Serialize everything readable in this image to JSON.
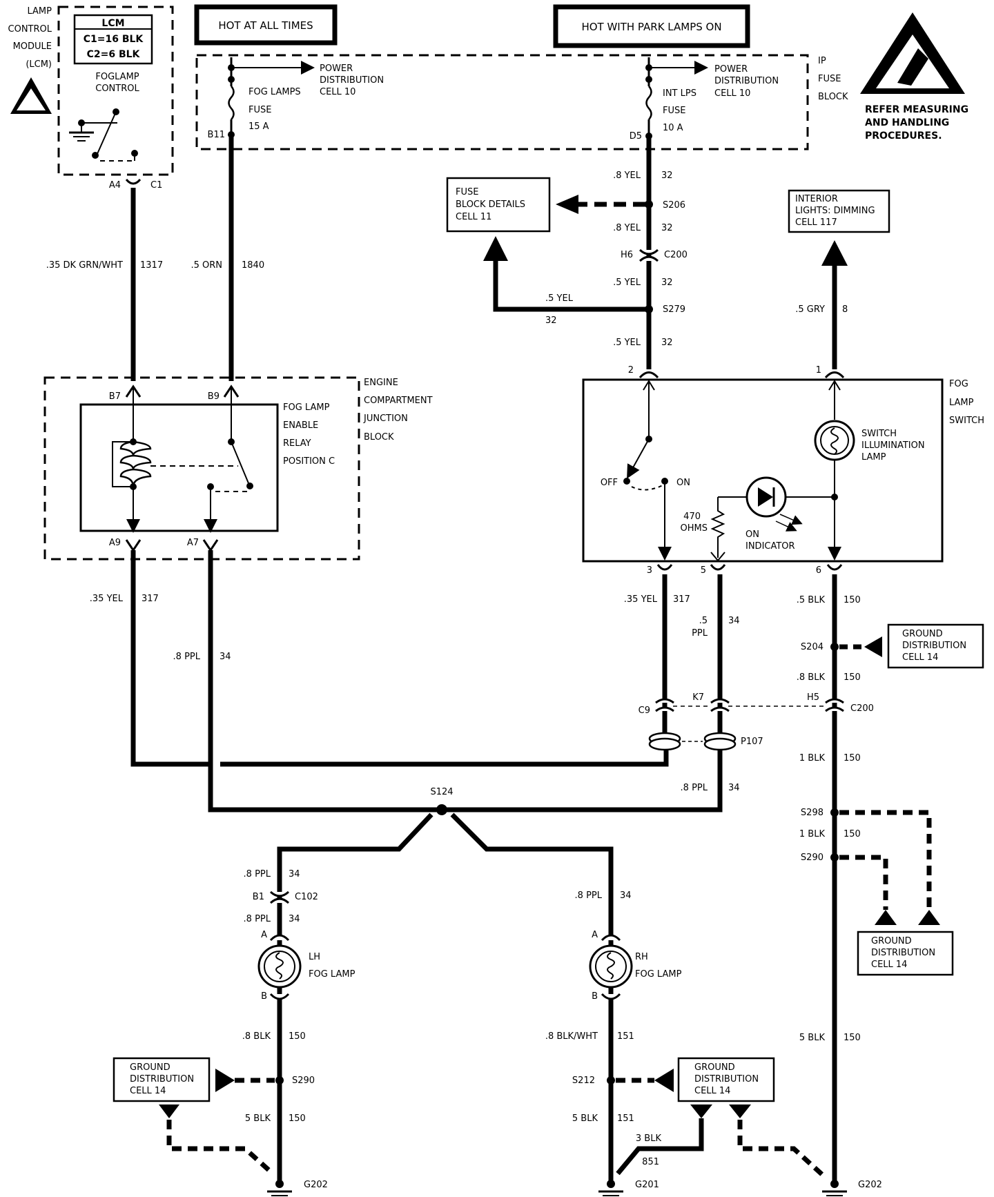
{
  "headers": {
    "hot_always": "HOT AT ALL TIMES",
    "hot_park": "HOT WITH PARK LAMPS ON"
  },
  "esd_note": [
    "REFER MEASURING",
    "AND HANDLING",
    "PROCEDURES."
  ],
  "lcm": {
    "side_label": [
      "LAMP",
      "CONTROL",
      "MODULE",
      "(LCM)"
    ],
    "title": "LCM",
    "c1": "C1=16 BLK",
    "c2": "C2=6 BLK",
    "control": [
      "FOGLAMP",
      "CONTROL"
    ],
    "pin": "A4",
    "conn": "C1"
  },
  "ip_fuse_block": {
    "label": [
      "IP",
      "FUSE",
      "BLOCK"
    ],
    "left": {
      "name": [
        "FOG LAMPS",
        "FUSE"
      ],
      "rating": "15 A",
      "pin": "B11",
      "ref": [
        "POWER",
        "DISTRIBUTION",
        "CELL 10"
      ]
    },
    "right": {
      "name": [
        "INT LPS",
        "FUSE"
      ],
      "rating": "10 A",
      "pin": "D5",
      "ref": [
        "POWER",
        "DISTRIBUTION",
        "CELL 10"
      ]
    }
  },
  "refs": {
    "fuse_details": [
      "FUSE",
      "BLOCK DETAILS",
      "CELL 11"
    ],
    "interior_dimming": [
      "INTERIOR",
      "LIGHTS: DIMMING",
      "CELL 117"
    ],
    "ground_dist": [
      "GROUND",
      "DISTRIBUTION",
      "CELL 14"
    ]
  },
  "relay": {
    "block_label": [
      "ENGINE",
      "COMPARTMENT",
      "JUNCTION",
      "BLOCK"
    ],
    "name": [
      "FOG LAMP",
      "ENABLE",
      "RELAY",
      "POSITION C"
    ],
    "pins": [
      "B7",
      "B9",
      "A9",
      "A7"
    ]
  },
  "switch": {
    "label": [
      "FOG",
      "LAMP",
      "SWITCH"
    ],
    "illum": [
      "SWITCH",
      "ILLUMINATION",
      "LAMP"
    ],
    "indicator": [
      "ON",
      "INDICATOR"
    ],
    "resistor": [
      "470",
      "OHMS"
    ],
    "off": "OFF",
    "on": "ON",
    "pins": [
      "2",
      "1",
      "3",
      "5",
      "6"
    ]
  },
  "wires": {
    "w1317": [
      ".35 DK GRN/WHT",
      "1317"
    ],
    "w1840": [
      ".5 ORN",
      "1840"
    ],
    "w32a": [
      ".8 YEL",
      "32"
    ],
    "w32b": [
      ".8 YEL",
      "32"
    ],
    "w32c": [
      ".5 YEL",
      "32"
    ],
    "w32d": [
      ".5 YEL",
      "32"
    ],
    "w32e": [
      ".5 YEL",
      "32"
    ],
    "w8": [
      ".5 GRY",
      "8"
    ],
    "w317a": [
      ".35 YEL",
      "317"
    ],
    "w34a": [
      ".8 PPL",
      "34"
    ],
    "w317b": [
      ".35 YEL",
      "317"
    ],
    "w34b": [
      ".5",
      "PPL",
      "34"
    ],
    "w150a": [
      ".5 BLK",
      "150"
    ],
    "w150b": [
      ".8 BLK",
      "150"
    ],
    "w150c": [
      "1 BLK",
      "150"
    ],
    "w34c": [
      ".8 PPL",
      "34"
    ],
    "w150d": [
      "1 BLK",
      "150"
    ],
    "w34d": [
      ".8 PPL",
      "34"
    ],
    "w34e": [
      ".8 PPL",
      "34"
    ],
    "w34f": [
      ".8 PPL",
      "34"
    ],
    "w150e": [
      ".8 BLK",
      "150"
    ],
    "w150f": [
      "5 BLK",
      "150"
    ],
    "w151a": [
      ".8 BLK/WHT",
      "151"
    ],
    "w151b": [
      "5 BLK",
      "151"
    ],
    "w851": [
      "3 BLK",
      "851"
    ],
    "w150g": [
      "5 BLK",
      "150"
    ]
  },
  "splices": {
    "s206": "S206",
    "s279": "S279",
    "s204": "S204",
    "s124": "S124",
    "s298": "S298",
    "s290a": "S290",
    "s290b": "S290",
    "s212": "S212"
  },
  "connectors": {
    "h6": "H6",
    "c200a": "C200",
    "c9": "C9",
    "k7": "K7",
    "h5": "H5",
    "c200b": "C200",
    "p107": "P107",
    "b1": "B1",
    "c102": "C102"
  },
  "lamps": {
    "lh": [
      "LH",
      "FOG LAMP"
    ],
    "rh": [
      "RH",
      "FOG LAMP"
    ],
    "a": "A",
    "b": "B"
  },
  "grounds": {
    "g202a": "G202",
    "g201": "G201",
    "g202b": "G202"
  }
}
